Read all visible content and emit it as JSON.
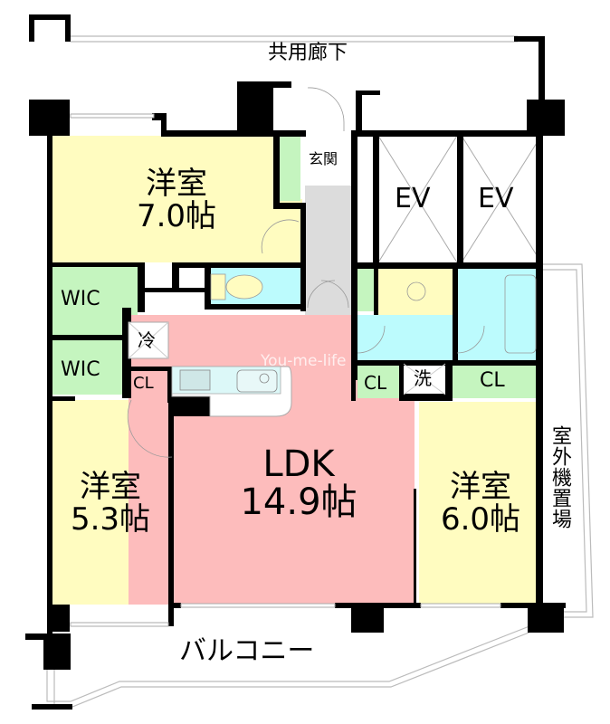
{
  "floorplan": {
    "corridor_label": "共用廊下",
    "balcony_label": "バルコニー",
    "outdoor_unit_label": "室外機置場",
    "entrance_label": "玄関",
    "watermark": "You-me-life",
    "rooms": [
      {
        "id": "western1",
        "name": "洋室",
        "size": "7.0帖"
      },
      {
        "id": "western2",
        "name": "洋室",
        "size": "5.3帖"
      },
      {
        "id": "western3",
        "name": "洋室",
        "size": "6.0帖"
      },
      {
        "id": "ldk",
        "name": "LDK",
        "size": "14.9帖"
      }
    ],
    "storage": {
      "wic1": "WIC",
      "wic2": "WIC",
      "cl_left": "CL",
      "cl_mid": "CL",
      "cl_right": "CL"
    },
    "fixtures": {
      "fridge": "冷",
      "washer": "洗",
      "ev1": "EV",
      "ev2": "EV"
    },
    "colors": {
      "western": "#fffcc0",
      "ldk": "#fdbcbc",
      "storage": "#c5f5bf",
      "wet": "#bcfbfd",
      "entrance": "#dcdcdc",
      "wall": "#000000"
    }
  }
}
